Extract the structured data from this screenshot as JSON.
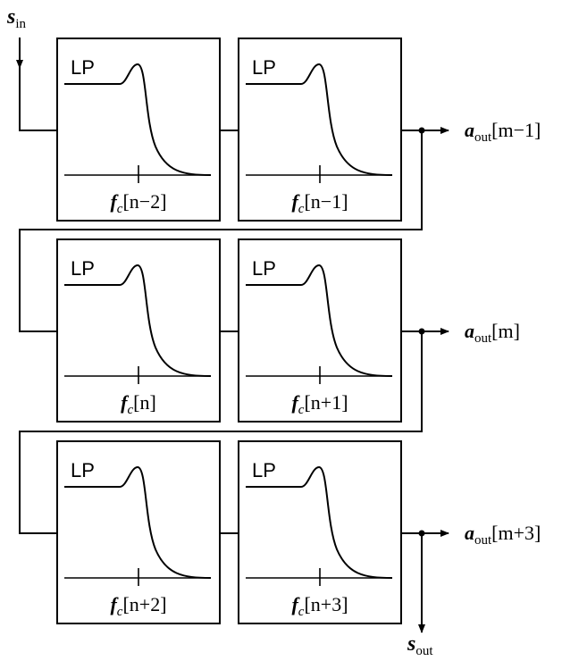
{
  "input": {
    "symbol": "s",
    "subscript": "in"
  },
  "output": {
    "symbol": "s",
    "subscript": "out"
  },
  "filter_type_label": "LP",
  "stages": [
    {
      "filters": [
        {
          "cutoff_symbol": "f",
          "cutoff_sub": "c",
          "cutoff_index": "[n−2]"
        },
        {
          "cutoff_symbol": "f",
          "cutoff_sub": "c",
          "cutoff_index": "[n−1]"
        }
      ],
      "tap": {
        "symbol": "a",
        "subscript": "out",
        "index": "[m−1]"
      }
    },
    {
      "filters": [
        {
          "cutoff_symbol": "f",
          "cutoff_sub": "c",
          "cutoff_index": "[n]"
        },
        {
          "cutoff_symbol": "f",
          "cutoff_sub": "c",
          "cutoff_index": "[n+1]"
        }
      ],
      "tap": {
        "symbol": "a",
        "subscript": "out",
        "index": "[m]"
      }
    },
    {
      "filters": [
        {
          "cutoff_symbol": "f",
          "cutoff_sub": "c",
          "cutoff_index": "[n+2]"
        },
        {
          "cutoff_symbol": "f",
          "cutoff_sub": "c",
          "cutoff_index": "[n+3]"
        }
      ],
      "tap": {
        "symbol": "a",
        "subscript": "out",
        "index": "[m+3]"
      }
    }
  ]
}
